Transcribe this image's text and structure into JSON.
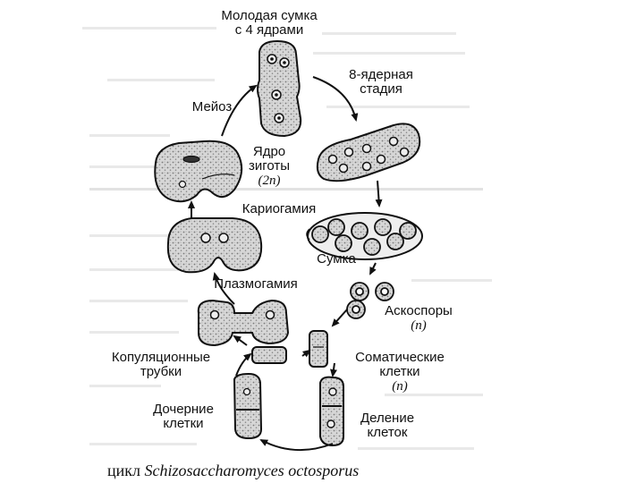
{
  "title": "Молодая сумка\nс 4 ядрами",
  "title_line1": "Молодая сумка",
  "title_line2": "с 4 ядрами",
  "stages": {
    "eight_nuclei_1": "8-ядерная",
    "eight_nuclei_2": "стадия",
    "meiosis": "Мейоз",
    "zygote_1": "Ядро",
    "zygote_2": "зиготы",
    "zygote_3": "(2n)",
    "karyogamy": "Кариогамия",
    "ascus": "Сумка",
    "plasmogamy": "Плазмогамия",
    "ascospores_1": "Аскоспоры",
    "ascospores_2": "(n)",
    "conjugation_1": "Копуляционные",
    "conjugation_2": "трубки",
    "somatic_1": "Соматические",
    "somatic_2": "клетки",
    "somatic_3": "(n)",
    "daughter_1": "Дочерние",
    "daughter_2": "клетки",
    "division_1": "Деление",
    "division_2": "клеток"
  },
  "caption": {
    "prefix": "цикл",
    "species": "Schizosaccharomyces octosporus"
  },
  "colors": {
    "ink": "#111111",
    "cell_fill": "#d9d9d9",
    "background": "#ffffff"
  }
}
